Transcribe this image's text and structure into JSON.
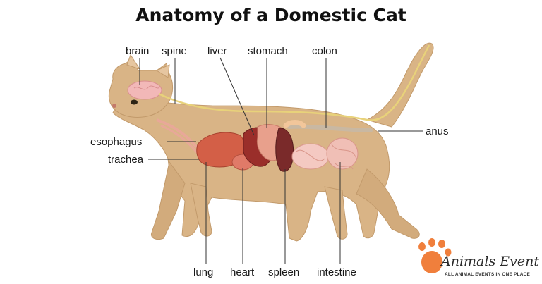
{
  "title": "Anatomy of a Domestic Cat",
  "labels": {
    "brain": "brain",
    "spine": "spine",
    "liver": "liver",
    "stomach": "stomach",
    "colon": "colon",
    "esophagus": "esophagus",
    "trachea": "trachea",
    "anus": "anus",
    "lung": "lung",
    "heart": "heart",
    "spleen": "spleen",
    "intestine": "intestine"
  },
  "logo": {
    "name": "Animals Event",
    "tagline": "ALL ANIMAL EVENTS IN ONE PLACE"
  },
  "colors": {
    "fur": "#d9b486",
    "fur_shade": "#c29a6b",
    "organ_red": "#c8553f",
    "organ_dark": "#7a2a2a",
    "brain_pink": "#f2b8b8",
    "spine_yellow": "#e8d27a",
    "logo_orange": "#f07f3c"
  }
}
